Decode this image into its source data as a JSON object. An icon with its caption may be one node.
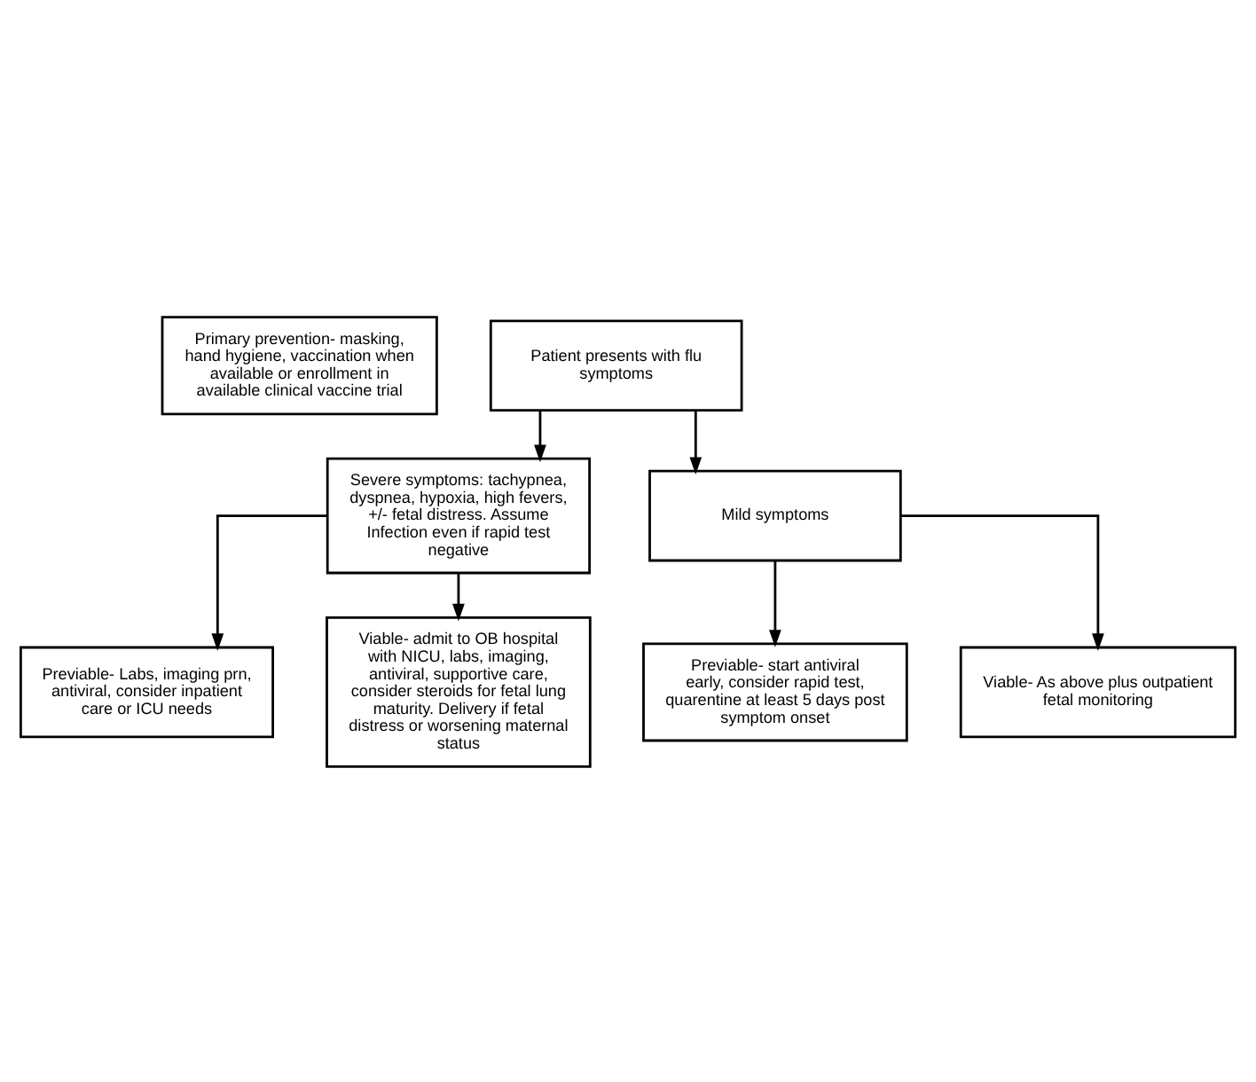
{
  "diagram": {
    "nodes": [
      {
        "text": [
          "Primary prevention- masking, hand hygiene, vaccination when available or enrollment in available clinical vaccine trial"
        ]
      },
      {
        "text": [
          "Patient presents with flu symptoms"
        ]
      },
      {
        "text": [
          "Severe symptoms: tachypnea, dyspnea, hypoxia, high fevers, +/- fetal distress. Assume Infection even if rapid test negative"
        ]
      },
      {
        "text": [
          "Mild symptoms"
        ]
      },
      {
        "text": [
          "Previable- Labs, imaging prn, antiviral, consider inpatient care or ICU needs"
        ]
      },
      {
        "text": [
          "Viable- admit to OB hospital with NICU, labs, imaging, antiviral, supportive care, consider steroids for fetal lung maturity. Delivery if fetal distress or worsening maternal status"
        ]
      },
      {
        "text": [
          "Previable- start antiviral early, consider rapid test, quarentine at least 5 days post symptom onset"
        ]
      },
      {
        "text": [
          "Viable- As above plus outpatient fetal monitoring"
        ]
      }
    ],
    "edges": [
      {
        "from": 1,
        "to": 2,
        "arrow": "to"
      },
      {
        "from": 1,
        "to": 3,
        "arrow": "to"
      },
      {
        "from": 2,
        "to": 4,
        "arrow": "to"
      },
      {
        "from": 2,
        "to": 5,
        "arrow": "to"
      },
      {
        "from": 3,
        "to": 6,
        "arrow": "to"
      },
      {
        "from": 3,
        "to": 7,
        "arrow": "to"
      }
    ]
  }
}
